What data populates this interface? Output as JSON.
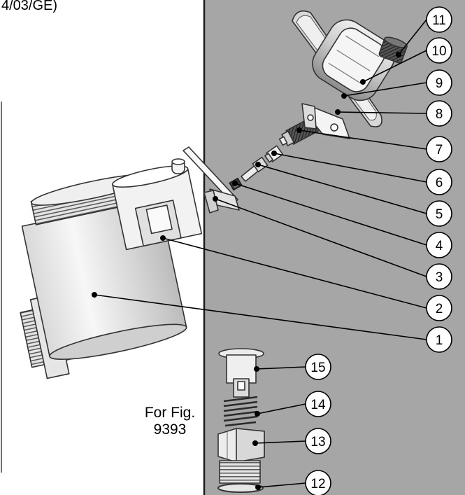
{
  "header": {
    "partial_text": "4/03/GE)"
  },
  "caption": {
    "line1": "For Fig.",
    "line2": "9393"
  },
  "callouts": [
    "1",
    "2",
    "3",
    "4",
    "5",
    "6",
    "7",
    "8",
    "9",
    "10",
    "11",
    "12",
    "13",
    "14",
    "15"
  ],
  "colors": {
    "panel": "#a6a6a6",
    "divider": "#1a1a1a",
    "leader": "#000000",
    "bubble": "#ffffff"
  }
}
